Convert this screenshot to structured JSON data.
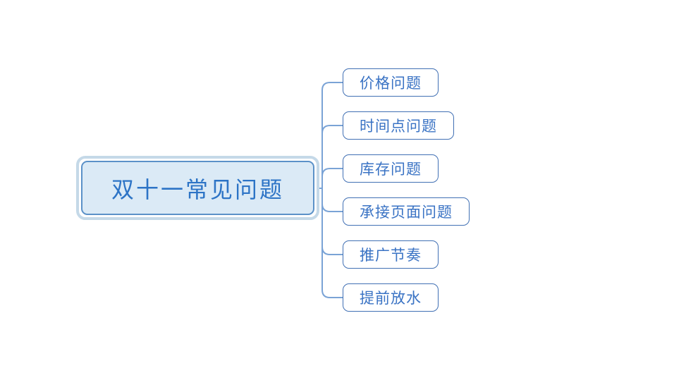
{
  "mindmap": {
    "root": {
      "label": "双十一常见问题",
      "selected": true
    },
    "children": [
      {
        "label": "价格问题"
      },
      {
        "label": "时间点问题"
      },
      {
        "label": "库存问题"
      },
      {
        "label": "承接页面问题"
      },
      {
        "label": "推广节奏"
      },
      {
        "label": "提前放水"
      }
    ]
  },
  "colors": {
    "root_fill": "#dbeaf6",
    "root_border": "#5b91c8",
    "root_glow": "#c5d9e8",
    "root_text": "#2d74c6",
    "child_border": "#4170b4",
    "child_text": "#3a73c4",
    "connector": "#7aa3d6",
    "canvas_background": "#ffffff"
  }
}
